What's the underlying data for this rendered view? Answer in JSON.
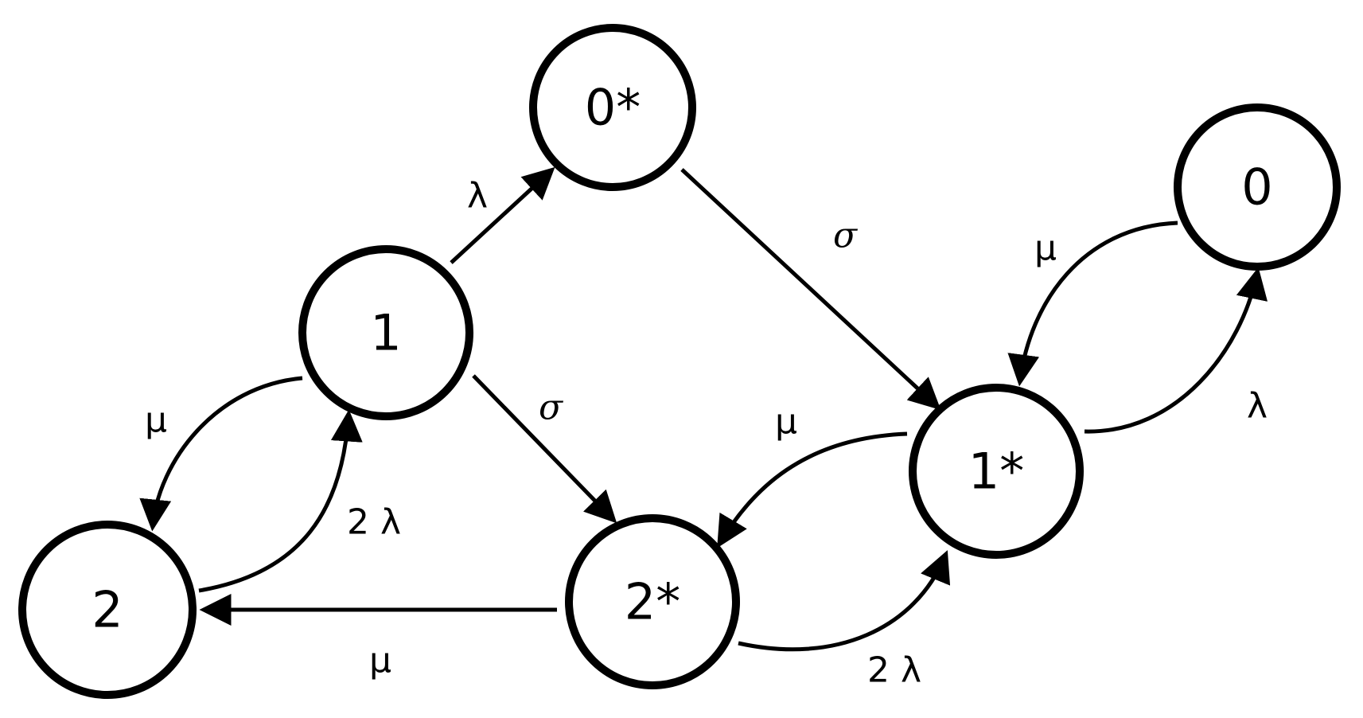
{
  "diagram": {
    "type": "state-transition",
    "stroke_color": "#000000",
    "background": "#ffffff",
    "nodes": {
      "n0star": "0*",
      "n0": "0",
      "n1": "1",
      "n1star": "1*",
      "n2": "2",
      "n2star": "2*"
    },
    "edges": {
      "e1_0star": "λ",
      "e0star_1star": "σ",
      "e0_1star": "μ",
      "e1star_0": "λ",
      "e1_2star": "σ",
      "e1_2": "μ",
      "e2_1": "2 λ",
      "e1star_2star": "μ",
      "e2star_2": "μ",
      "e2star_1star": "2 λ"
    }
  }
}
